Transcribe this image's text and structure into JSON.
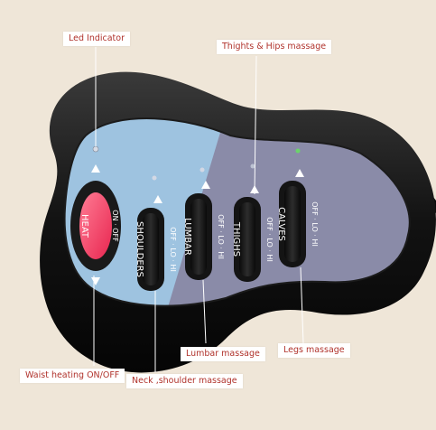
{
  "callouts": {
    "led_indicator": "Led Indicator",
    "thighs_hips": "Thights & Hips massage",
    "lumbar": "Lumbar massage",
    "legs": "Legs massage",
    "waist_heating": "Waist  heating ON/OFF",
    "neck_shoulder": "Neck ,shoulder massage"
  },
  "remote": {
    "heat_switch": {
      "label": "HEAT",
      "positions": "ON · OFF"
    },
    "switches": [
      {
        "label": "SHOULDERS",
        "positions": "OFF · LO · HI"
      },
      {
        "label": "LUMBAR",
        "positions": "OFF · LO · HI"
      },
      {
        "label": "THIGHS",
        "positions": "OFF · LO · HI"
      },
      {
        "label": "CALVES",
        "positions": "OFF · LO · HI"
      }
    ]
  },
  "colors": {
    "panel_light": "#9ec3e0",
    "panel_dark": "#8a8ba8",
    "heat_button": "#ff4b6e",
    "callout_text": "#b0322b"
  }
}
